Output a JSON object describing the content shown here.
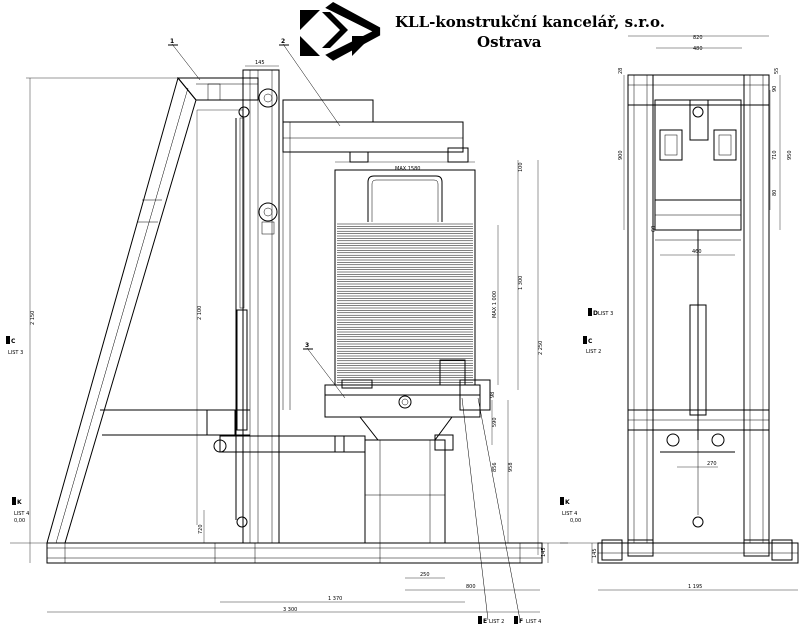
{
  "title_block": {
    "company": "KLL-konstrukční kancelář, s.r.o.",
    "city": "Ostrava"
  },
  "positions": [
    "1",
    "2",
    "3"
  ],
  "side_view": {
    "dims": {
      "top_145": "145",
      "max_1580": "MAX 1580",
      "d100": "100",
      "d1300": "1 300",
      "max1000": "MAX 1 000",
      "d2100": "2 100",
      "d2150": "2 150",
      "d2250": "2 250",
      "d98": "98",
      "d590": "590",
      "d856": "856",
      "d958": "958",
      "d720": "720",
      "d250": "250",
      "d800": "800",
      "d1370": "1 370",
      "d3300": "3 300",
      "d145": "145",
      "d0": "0,00"
    }
  },
  "front_view": {
    "dims": {
      "d820": "820",
      "d480": "480",
      "d28": "28",
      "d55": "55",
      "d90": "90",
      "d900": "900",
      "d710": "710",
      "d950": "950",
      "d60": "60",
      "d80": "80",
      "d460": "460",
      "d270": "270",
      "d1195": "1 195",
      "d145": "145",
      "d0": "0,00"
    }
  },
  "section_markers": [
    {
      "letter": "C",
      "sheet": "LIST 3"
    },
    {
      "letter": "K",
      "sheet": "LIST 4"
    },
    {
      "letter": "E",
      "sheet": "LIST 2"
    },
    {
      "letter": "F",
      "sheet": "LIST 4"
    },
    {
      "letter": "D",
      "sheet": "LIST 3"
    },
    {
      "letter": "C",
      "sheet": "LIST 2"
    },
    {
      "letter": "K",
      "sheet": "LIST 4"
    }
  ]
}
